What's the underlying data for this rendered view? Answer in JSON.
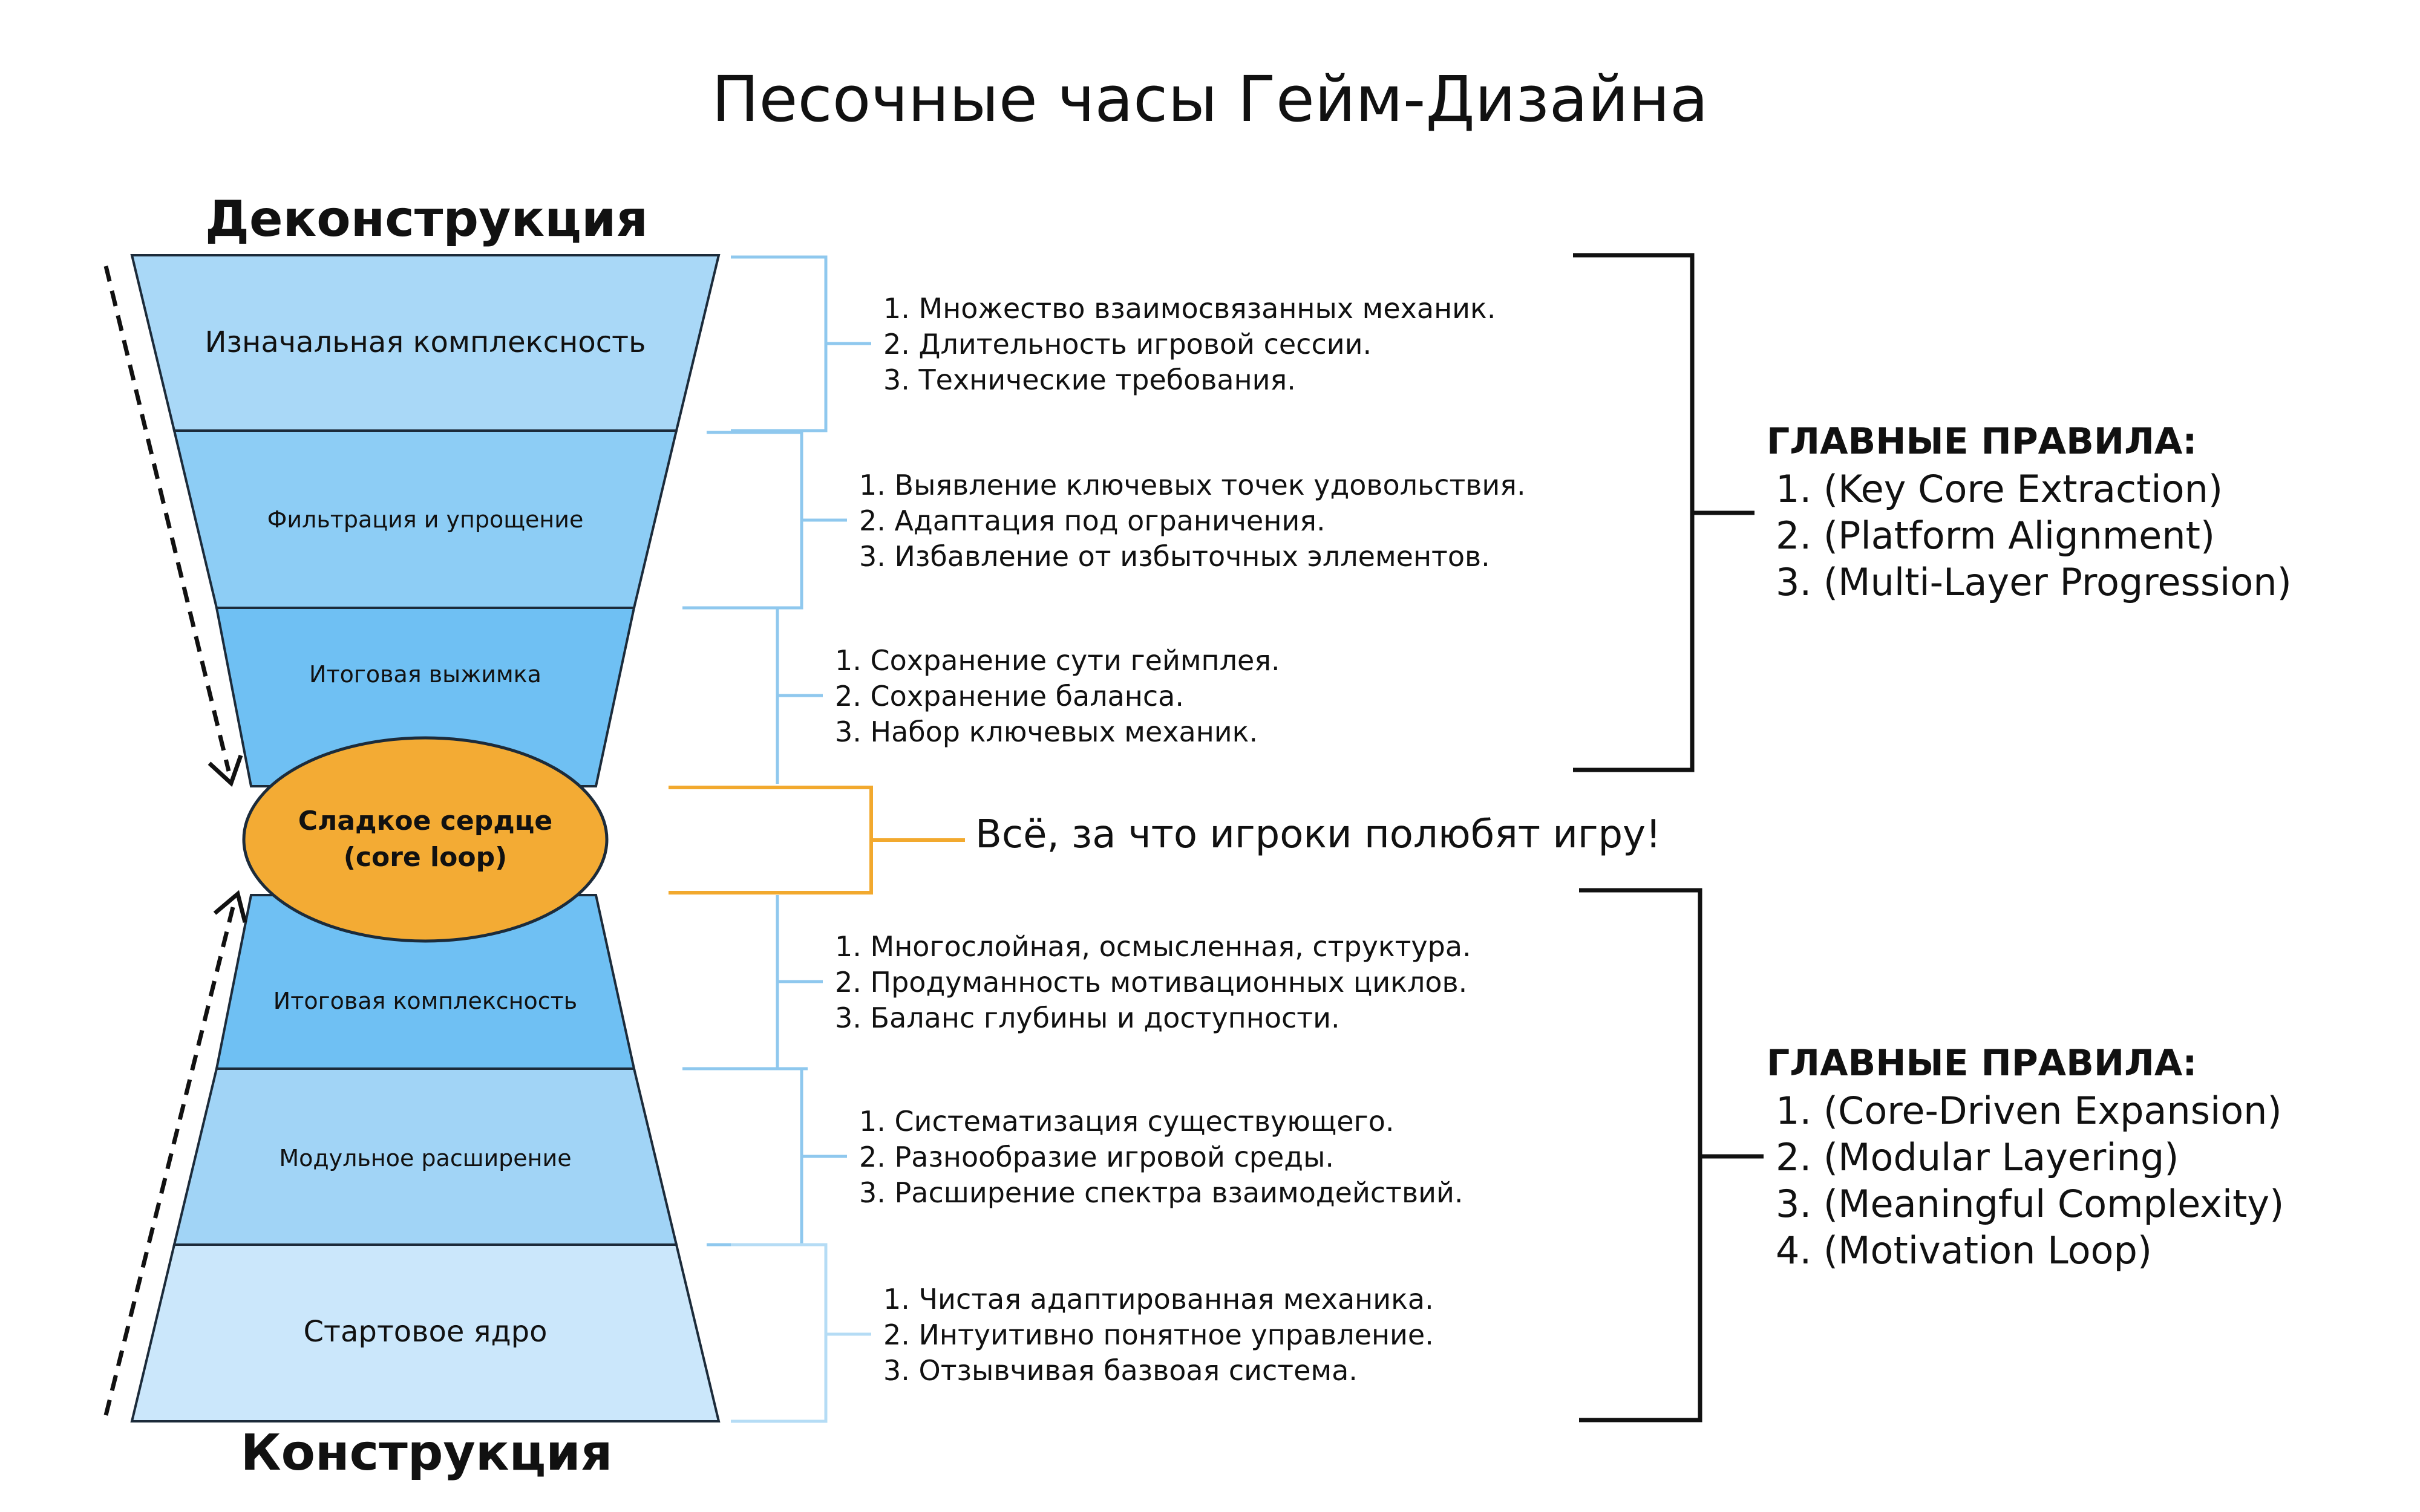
{
  "title": "Песочные часы Гейм-Дизайна",
  "top_section": "Деконструкция",
  "bottom_section": "Конструкция",
  "bands": [
    {
      "label": "Изначальная комплексность",
      "color": "#a9d8f7"
    },
    {
      "label": "Фильтрация и упрощение",
      "color": "#8dcdf5"
    },
    {
      "label": "Итоговая выжимка",
      "color": "#6fc0f3"
    },
    {
      "label": "Итоговая комплексность",
      "color": "#6fc0f3"
    },
    {
      "label": "Модульное расширение",
      "color": "#a1d4f6"
    },
    {
      "label": "Стартовое ядро",
      "color": "#cbe7fb"
    }
  ],
  "core": {
    "line1": "Сладкое сердце",
    "line2": "(core loop)",
    "color": "#f3ab34"
  },
  "descriptions": [
    [
      "1. Множество взаимосвязанных механик.",
      "2. Длительность игровой сессии.",
      "3. Технические требования."
    ],
    [
      "1. Выявление ключевых точек удовольствия.",
      "2. Адаптация под ограничения.",
      "3. Избавление от избыточных эллементов."
    ],
    [
      "1. Сохранение сути геймплея.",
      "2. Сохранение баланса.",
      "3. Набор ключевых механик."
    ],
    [
      "1. Многослойная, осмысленная, структура.",
      "2. Продуманность мотивационных циклов.",
      "3. Баланс глубины и доступности."
    ],
    [
      "1. Систематизация существующего.",
      "2. Разнообразие игровой среды.",
      "3. Расширение спектра взаимодействий."
    ],
    [
      "1. Чистая адаптированная механика.",
      "2. Интуитивно понятное управление.",
      "3.  Отзывчивая базвоая система."
    ]
  ],
  "core_tagline": "Всё, за что игроки полюбят игру!",
  "rules_top": {
    "heading": "ГЛАВНЫЕ ПРАВИЛА:",
    "items": [
      "1.  (Key Core Extraction)",
      "2.  (Platform Alignment)",
      "3.  (Multi-Layer Progression)"
    ]
  },
  "rules_bottom": {
    "heading": "ГЛАВНЫЕ ПРАВИЛА:",
    "items": [
      "1.  (Core-Driven Expansion)",
      "2.  (Modular Layering)",
      "3.  (Meaningful Complexity)",
      "4.  (Motivation Loop)"
    ]
  }
}
